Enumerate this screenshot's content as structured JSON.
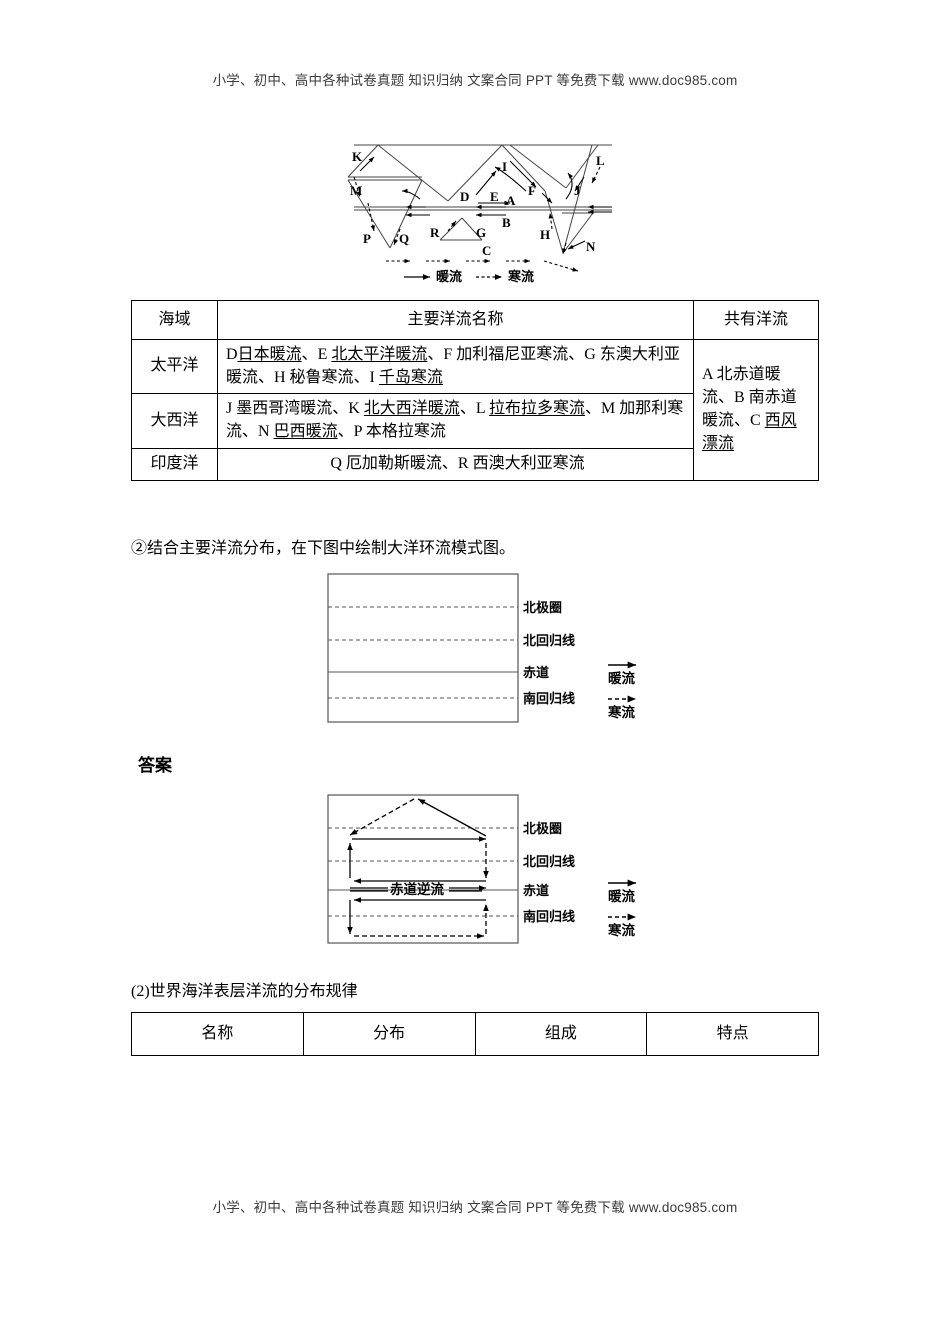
{
  "watermark": {
    "text": "小学、初中、高中各种试卷真题 知识归纳 文案合同 PPT 等免费下载  www.doc985.com"
  },
  "top_figure": {
    "legend": {
      "warm": "暖流",
      "cold": "寒流"
    },
    "labels": [
      "K",
      "M",
      "P",
      "Q",
      "R",
      "G",
      "D",
      "I",
      "E",
      "A",
      "B",
      "C",
      "F",
      "H",
      "J",
      "L",
      "N"
    ]
  },
  "currents_table": {
    "headers": [
      "海域",
      "主要洋流名称",
      "共有洋流"
    ],
    "rows": [
      {
        "area": "太平洋",
        "names_html": "D<span class=\"u\">日本暖流</span>、E <span class=\"u\">北太平洋暖流</span>、F 加利福尼亚寒流、G 东澳大利亚暖流、H 秘鲁寒流、I <span class=\"u\">千岛寒流</span>",
        "names_text": "D日本暖流、E 北太平洋暖流、F 加利福尼亚寒流、G 东澳大利亚暖流、H 秘鲁寒流、I 千岛寒流",
        "align": "left"
      },
      {
        "area": "大西洋",
        "names_html": "J 墨西哥湾暖流、K <span class=\"u\">北大西洋暖流</span>、L <span class=\"u\">拉布拉多寒流</span>、M 加那利寒流、N <span class=\"u\">巴西暖流</span>、P 本格拉寒流",
        "names_text": "J 墨西哥湾暖流、K 北大西洋暖流、L 拉布拉多寒流、M 加那利寒流、N 巴西暖流、P 本格拉寒流",
        "align": "left"
      },
      {
        "area": "印度洋",
        "names_html": "Q 厄加勒斯暖流、R 西澳大利亚寒流",
        "names_text": "Q 厄加勒斯暖流、R 西澳大利亚寒流",
        "align": "center"
      }
    ],
    "shared_html": "A 北赤道暖流、B 南赤道暖流、C <span class=\"u\">西风漂流</span>",
    "shared_text": "A 北赤道暖流、B 南赤道暖流、C 西风漂流"
  },
  "question2": {
    "text": "②结合主要洋流分布，在下图中绘制大洋环流模式图。"
  },
  "gyre_figure": {
    "zones": [
      "北极圈",
      "北回归线",
      "赤道",
      "南回归线"
    ],
    "legend": {
      "warm": "暖流",
      "cold": "寒流"
    },
    "annotation": "赤道逆流"
  },
  "answer": {
    "label": "答案"
  },
  "section2": {
    "title": "(2)世界海洋表层洋流的分布规律",
    "table_headers": [
      "名称",
      "分布",
      "组成",
      "特点"
    ]
  }
}
